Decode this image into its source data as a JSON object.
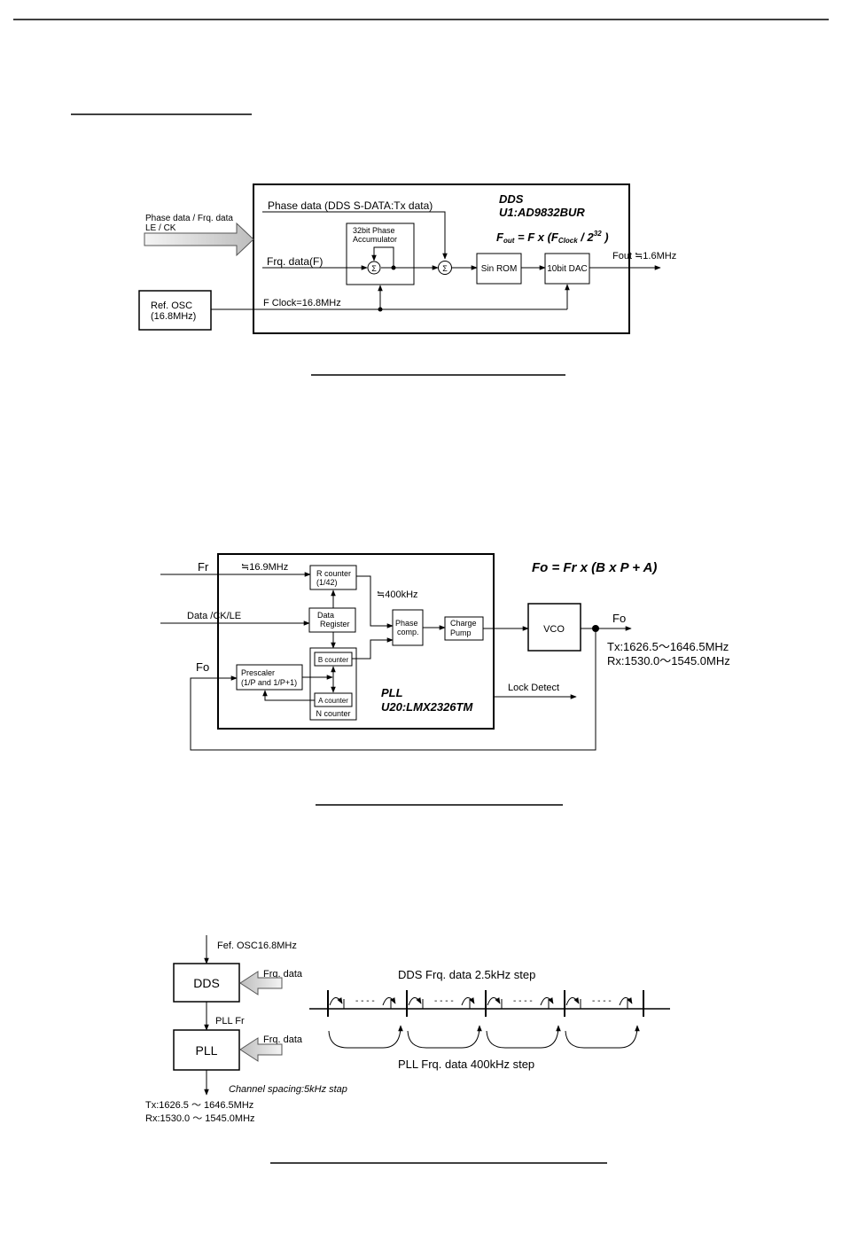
{
  "dds": {
    "input_label_1": "Phase data / Frq. data",
    "input_label_2": "LE / CK",
    "phase_data": "Phase data (DDS S-DATA:Tx data)",
    "title_1": "DDS",
    "title_2": "U1:AD9832BUR",
    "formula": "Fout = F x (FClock / 232 )",
    "accumulator_1": "32bit Phase",
    "accumulator_2": "Accumulator",
    "frq_data": "Frq. data(F)",
    "sum_symbol": "Σ",
    "sin_rom": "Sin ROM",
    "dac": "10bit DAC",
    "fout": "Fout ≒1.6MHz",
    "ref_osc_1": "Ref. OSC",
    "ref_osc_2": "(16.8MHz)",
    "fclock": "F Clock=16.8MHz"
  },
  "pll": {
    "fr": "Fr",
    "fr_freq": "≒16.9MHz",
    "r_counter_1": "R counter",
    "r_counter_2": "(1/42)",
    "phase_freq": "≒400kHz",
    "formula": "Fo = Fr x (B x P + A)",
    "data_ck_le": "Data /CK/LE",
    "data_reg_1": "Data",
    "data_reg_2": "Register",
    "phase_comp_1": "Phase",
    "phase_comp_2": "comp.",
    "charge_pump_1": "Charge",
    "charge_pump_2": "Pump",
    "vco": "VCO",
    "fo_out": "Fo",
    "tx": "Tx:1626.5～1646.5MHz",
    "rx": "Rx:1530.0～1545.0MHz",
    "fo_in": "Fo",
    "b_counter": "B counter",
    "prescaler_1": "Prescaler",
    "prescaler_2": "(1/P and 1/P+1)",
    "a_counter": "A counter",
    "n_counter": "N counter",
    "title_1": "PLL",
    "title_2": "U20:LMX2326TM",
    "lock_detect": "Lock Detect"
  },
  "step": {
    "ref_osc": "Fef. OSC16.8MHz",
    "dds": "DDS",
    "frq_data_1": "Frq. data",
    "pll_fr": "PLL Fr",
    "pll": "PLL",
    "frq_data_2": "Frq. data",
    "channel_spacing": "Channel spacing:5kHz stap",
    "tx": "Tx:1626.5 ～ 1646.5MHz",
    "rx": "Rx:1530.0 ～ 1545.0MHz",
    "dds_step": "DDS Frq. data 2.5kHz step",
    "pll_step": "PLL Frq. data 400kHz step",
    "dashes": "- - - -"
  }
}
